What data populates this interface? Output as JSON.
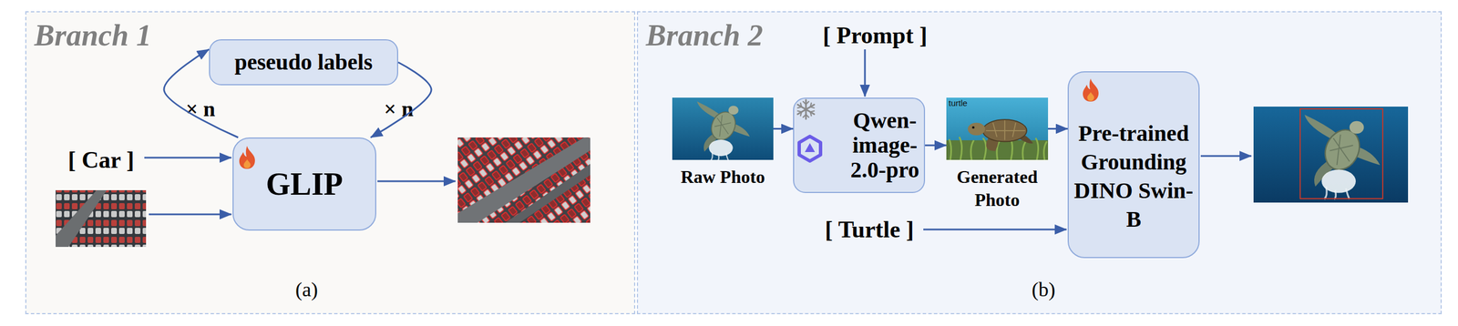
{
  "diagram": {
    "nodes": [
      {
        "text": [
          "Branch 1"
        ]
      },
      {
        "text": [
          "peseudo labels"
        ],
        "in": 0
      },
      {
        "text": [
          "GLIP"
        ],
        "in": 0
      },
      {
        "text": [
          "Branch 2"
        ]
      },
      {
        "text": [
          "Raw Photo"
        ],
        "in": 3
      },
      {
        "text": [
          "Qwen- image- 2.0-pro"
        ],
        "in": 3
      },
      {
        "text": [
          "turtle",
          "Generated Photo"
        ],
        "in": 3
      },
      {
        "text": [
          "Pre-trained Grounding DINO Swin-B"
        ],
        "in": 3
      }
    ],
    "edges": [
      {
        "from": 2,
        "to": 1,
        "arrow": "to",
        "label": "× n"
      },
      {
        "from": 1,
        "to": 2,
        "arrow": "to",
        "label": "× n"
      },
      {
        "from": 4,
        "to": 5,
        "arrow": "to"
      },
      {
        "from": 5,
        "to": 6,
        "arrow": "to"
      },
      {
        "from": 6,
        "to": 7,
        "arrow": "to"
      }
    ],
    "labels": [
      "[ Car ]",
      "(a)",
      "[ Prompt ]",
      "[ Turtle ]",
      "(b)"
    ]
  }
}
